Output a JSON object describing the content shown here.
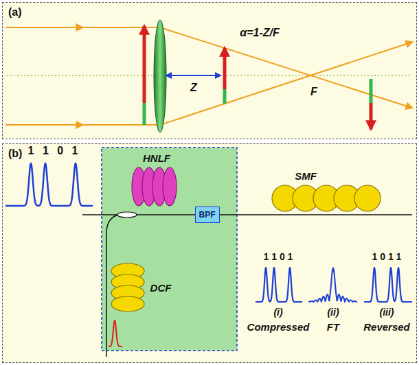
{
  "diagram": {
    "nodes": [
      {
        "text": [
          "(a)"
        ]
      },
      {
        "text": [
          "(b)"
        ]
      },
      {
        "text": [
          "BPF"
        ],
        "in": 1
      }
    ],
    "labels": [
      "α=1-Z/F",
      "Z",
      "F",
      "1 1 0 1",
      "HNLF",
      "DCF",
      "SMF",
      "1 1 0 1",
      "(i)",
      "Compressed",
      "(ii)",
      "FT",
      "1 0 1 1",
      "(iii)",
      "Reversed"
    ]
  }
}
